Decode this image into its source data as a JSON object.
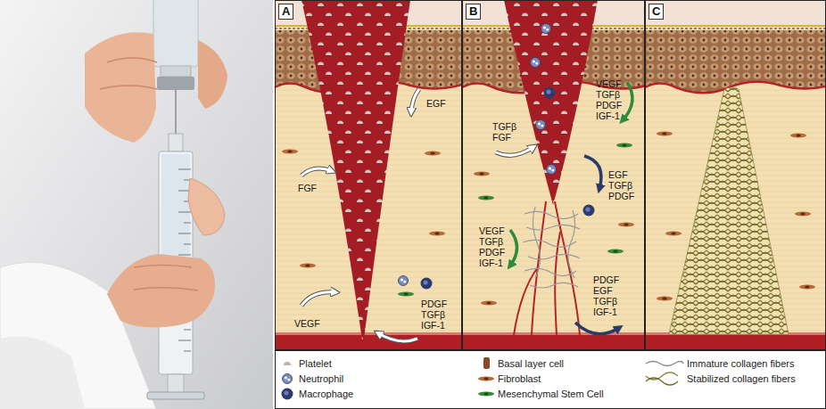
{
  "diagram": {
    "nodes": [
      {
        "text": [
          "A"
        ]
      },
      {
        "text": [
          "B"
        ]
      },
      {
        "text": [
          "C"
        ]
      }
    ],
    "labels": [
      "EGF",
      "FGF",
      "VEGF",
      "PDGF TGFβ IGF-1",
      "TGFβ FGF",
      "VEGF TGFβ PDGF IGF-1",
      "EGF TGFβ PDGF",
      "VEGF TGFβ PDGF IGF-1",
      "PDGF EGF TGFβ IGF-1"
    ],
    "legend": [
      {
        "text": "Platelet"
      },
      {
        "text": "Neutrophil"
      },
      {
        "text": "Macrophage"
      },
      {
        "text": "Basal layer cell"
      },
      {
        "text": "Fibroblast"
      },
      {
        "text": "Mesenchymal Stem Cell"
      },
      {
        "text": "Immature collagen fibers"
      },
      {
        "text": "Stabilized collagen fibers"
      }
    ]
  }
}
